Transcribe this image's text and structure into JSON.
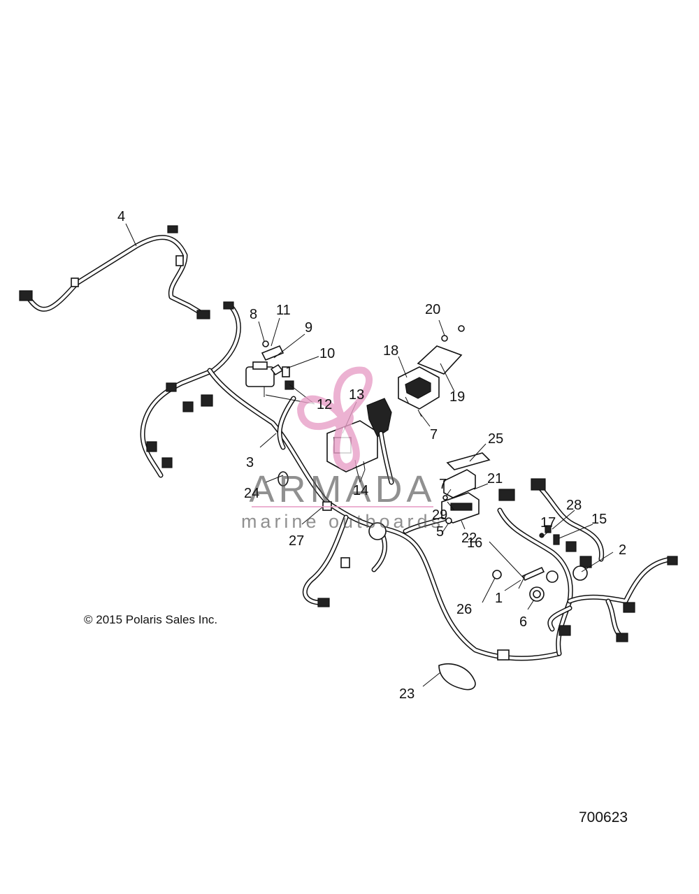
{
  "copyright": "© 2015 Polaris Sales Inc.",
  "figure_number": "700623",
  "watermark": {
    "brand": "ARMADA",
    "tagline": "marine outboards",
    "logo_icon": "propeller-icon",
    "color": "#e8a0c8"
  },
  "callouts": {
    "c1": "1",
    "c2": "2",
    "c3": "3",
    "c4": "4",
    "c5": "5",
    "c6": "6",
    "c7a": "7",
    "c7b": "7",
    "c8": "8",
    "c9": "9",
    "c10": "10",
    "c11": "11",
    "c12": "12",
    "c13": "13",
    "c14": "14",
    "c15": "15",
    "c16": "16",
    "c17": "17",
    "c18": "18",
    "c19": "19",
    "c20": "20",
    "c21": "21",
    "c22": "22",
    "c23": "23",
    "c24": "24",
    "c25": "25",
    "c26": "26",
    "c27": "27",
    "c28": "28",
    "c29": "29"
  }
}
